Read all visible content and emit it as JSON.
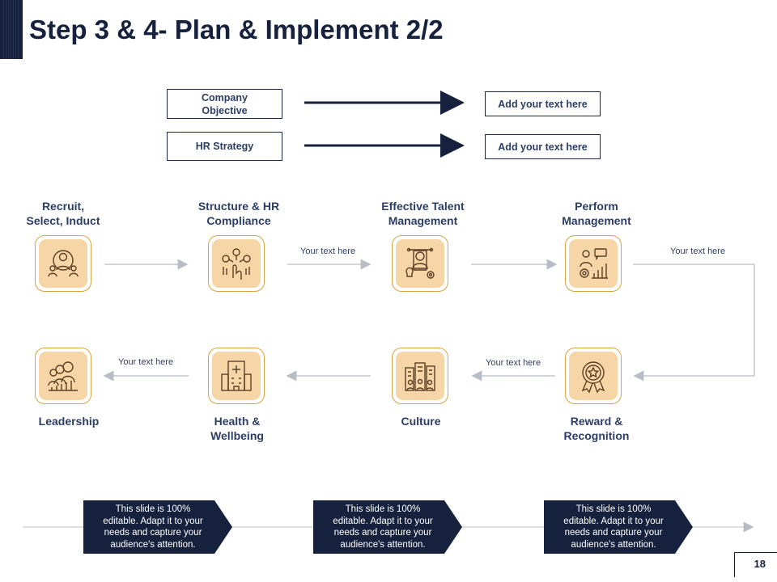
{
  "slide": {
    "title": "Step 3 & 4- Plan & Implement 2/2",
    "page_number": "18"
  },
  "top_rows": [
    {
      "left": "Company\nObjective",
      "right": "Add your text here"
    },
    {
      "left": "HR Strategy",
      "right": "Add your text here"
    }
  ],
  "process": {
    "recruit": "Recruit,\nSelect, Induct",
    "structure": "Structure & HR\nCompliance",
    "talent": "Effective Talent\nManagement",
    "perform": "Perform\nManagement",
    "leadership": "Leadership",
    "health": "Health &\nWellbeing",
    "culture": "Culture",
    "reward": "Reward &\nRecognition"
  },
  "notes": {
    "n1": "Your text here",
    "n2": "Your text here",
    "n3": "Your text here",
    "n4": "Your text here"
  },
  "banners": [
    "This slide is 100%\neditable. Adapt it to your\nneeds and capture your\naudience's attention.",
    "This slide is 100%\neditable. Adapt it to your\nneeds and capture your\naudience's attention.",
    "This slide is 100%\neditable. Adapt it to your\nneeds and capture your\naudience's attention."
  ],
  "colors": {
    "navy": "#16213d",
    "icon_fill": "#f6d6a6",
    "icon_border": "#d9a441",
    "connector": "#b8bcc4"
  },
  "icons": [
    "recruit-people-icon",
    "structure-hand-network-icon",
    "talent-manager-icon",
    "performance-chart-icon",
    "leadership-group-icon",
    "hospital-building-icon",
    "culture-city-icon",
    "reward-medal-icon"
  ]
}
